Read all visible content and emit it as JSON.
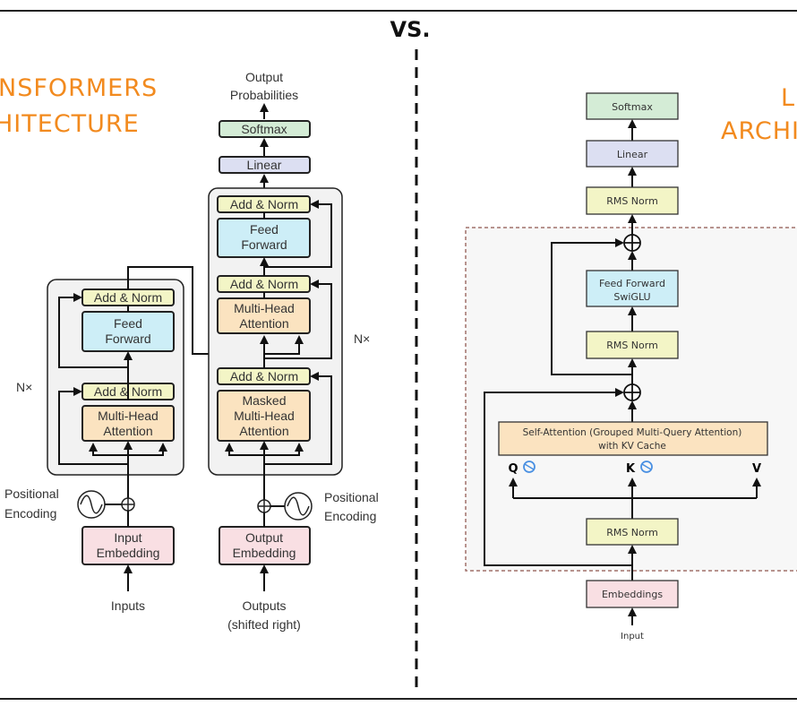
{
  "header": {
    "vs": "VS."
  },
  "left": {
    "title_line1": "NSFORMERS",
    "title_line2": "HITECTURE",
    "output_probabilities_1": "Output",
    "output_probabilities_2": "Probabilities",
    "softmax": "Softmax",
    "linear": "Linear",
    "encoder": {
      "add_norm": "Add & Norm",
      "feed_forward_1": "Feed",
      "feed_forward_2": "Forward",
      "mha_1": "Multi-Head",
      "mha_2": "Attention",
      "nx": "N×",
      "pos_enc_1": "Positional",
      "pos_enc_2": "Encoding",
      "embedding_1": "Input",
      "embedding_2": "Embedding",
      "inputs": "Inputs"
    },
    "decoder": {
      "add_norm": "Add & Norm",
      "feed_forward_1": "Feed",
      "feed_forward_2": "Forward",
      "mha_1": "Multi-Head",
      "mha_2": "Attention",
      "masked_1": "Masked",
      "masked_2": "Multi-Head",
      "masked_3": "Attention",
      "nx": "N×",
      "pos_enc_1": "Positional",
      "pos_enc_2": "Encoding",
      "embedding_1": "Output",
      "embedding_2": "Embedding",
      "outputs_1": "Outputs",
      "outputs_2": "(shifted right)"
    }
  },
  "right": {
    "title_line1": "L",
    "title_line2": "ARCHI",
    "softmax": "Softmax",
    "linear": "Linear",
    "rms_norm_top": "RMS Norm",
    "ff_1": "Feed Forward",
    "ff_2": "SwiGLU",
    "rms_norm_mid": "RMS Norm",
    "attn_1": "Self-Attention (Grouped Multi-Query Attention)",
    "attn_2": "with KV Cache",
    "q": "Q",
    "k": "K",
    "v": "V",
    "rms_norm_bottom": "RMS Norm",
    "embeddings": "Embeddings",
    "input": "Input"
  },
  "colors": {
    "title_orange": "#f28a1e",
    "softmax": "#d4ecd6",
    "linear": "#dcdff2",
    "norm": "#f3f5c6",
    "feed_forward": "#cdeef7",
    "attention": "#fbe3c0",
    "embedding": "#f9dfe3",
    "rotary_icon": "#4a90e2"
  }
}
